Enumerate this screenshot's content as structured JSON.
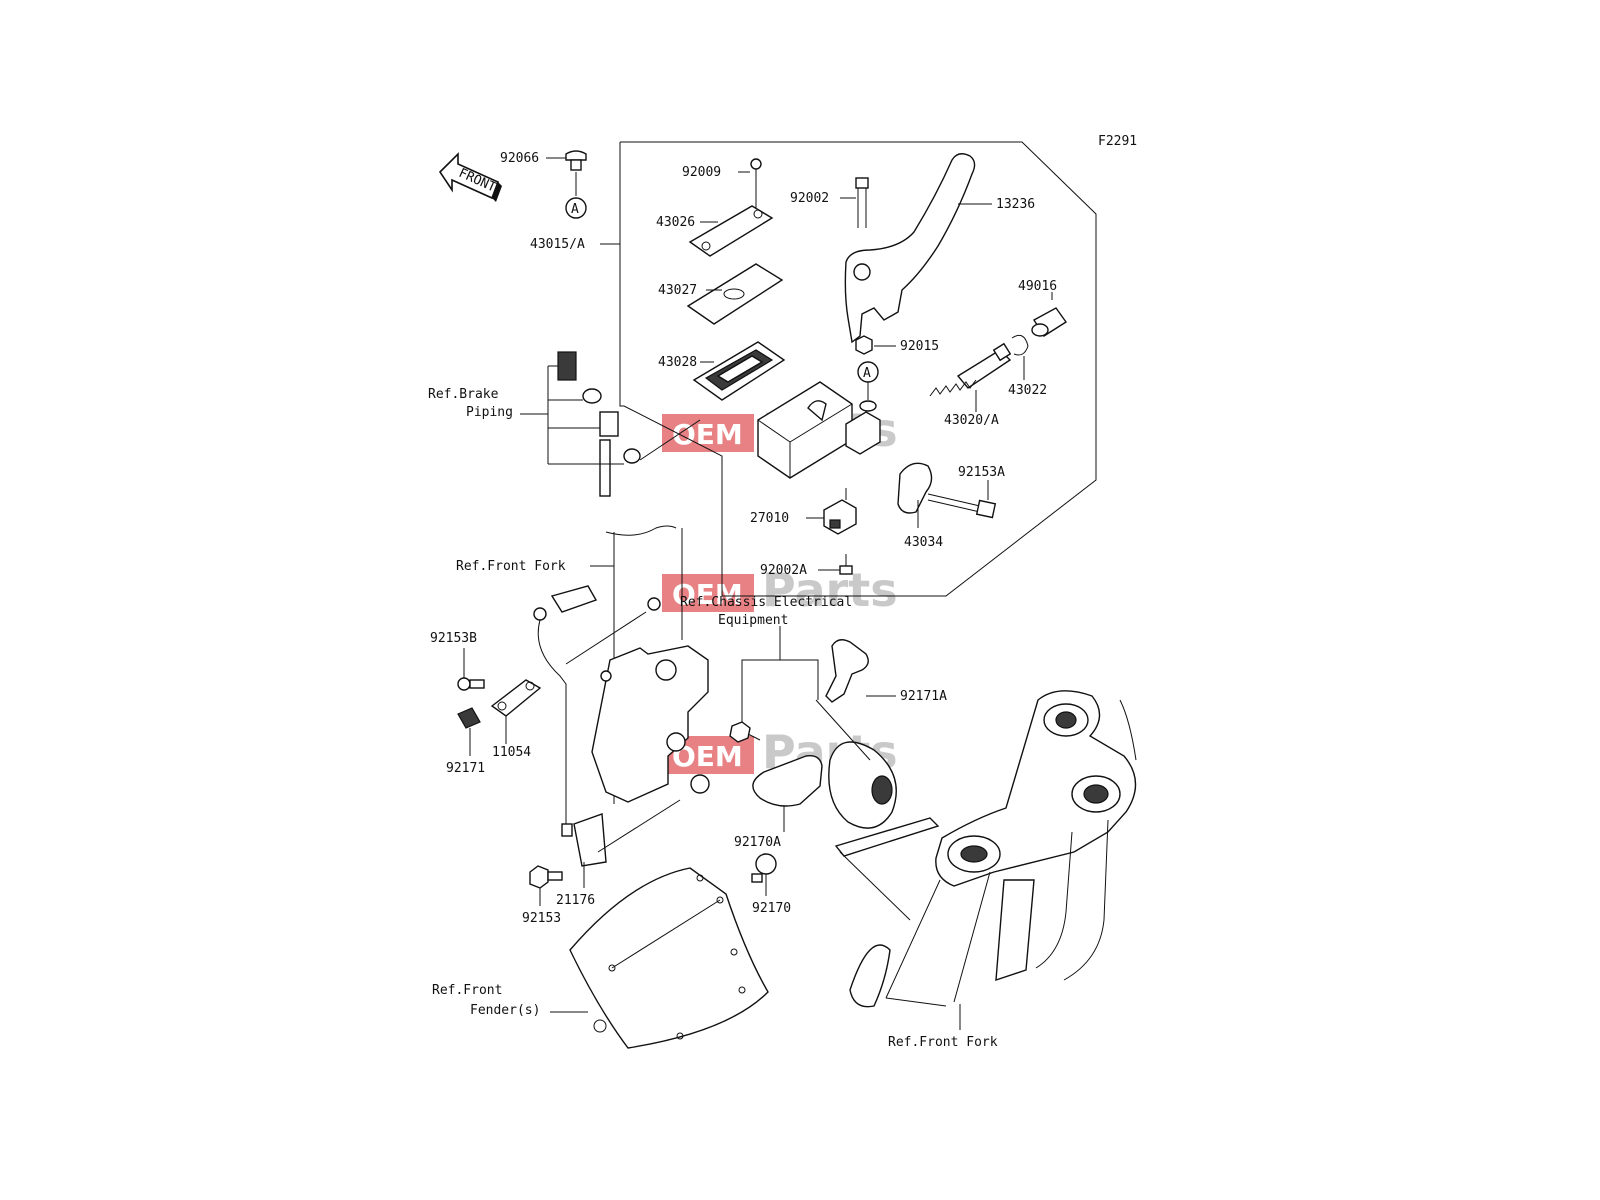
{
  "figure_code": "F2291",
  "front_arrow_text": "FRONT",
  "circle_ref": "A",
  "watermark": {
    "oem": "OEM",
    "parts": "Parts",
    "color_red": "#e0585a",
    "color_gray": "#9a9a9a"
  },
  "labels": {
    "p92066": "92066",
    "p92009": "92009",
    "p92002": "92002",
    "p13236": "13236",
    "p43026": "43026",
    "p43015A": "43015/A",
    "p43027": "43027",
    "p49016": "49016",
    "p92015": "92015",
    "p43028": "43028",
    "p43022": "43022",
    "p43020A": "43020/A",
    "p92153A": "92153A",
    "p27010": "27010",
    "p43034": "43034",
    "p92002A": "92002A",
    "p92153B": "92153B",
    "p11054": "11054",
    "p92171": "92171",
    "p92171A": "92171A",
    "p92170A": "92170A",
    "p21176": "21176",
    "p92153": "92153",
    "p92170": "92170"
  },
  "refs": {
    "brake_piping_1": "Ref.Brake",
    "brake_piping_2": "Piping",
    "front_fork_top": "Ref.Front Fork",
    "chassis_1": "Ref.Chassis Electrical",
    "chassis_2": "Equipment",
    "front_fender_1": "Ref.Front",
    "front_fender_2": "Fender(s)",
    "front_fork_bottom": "Ref.Front Fork"
  }
}
